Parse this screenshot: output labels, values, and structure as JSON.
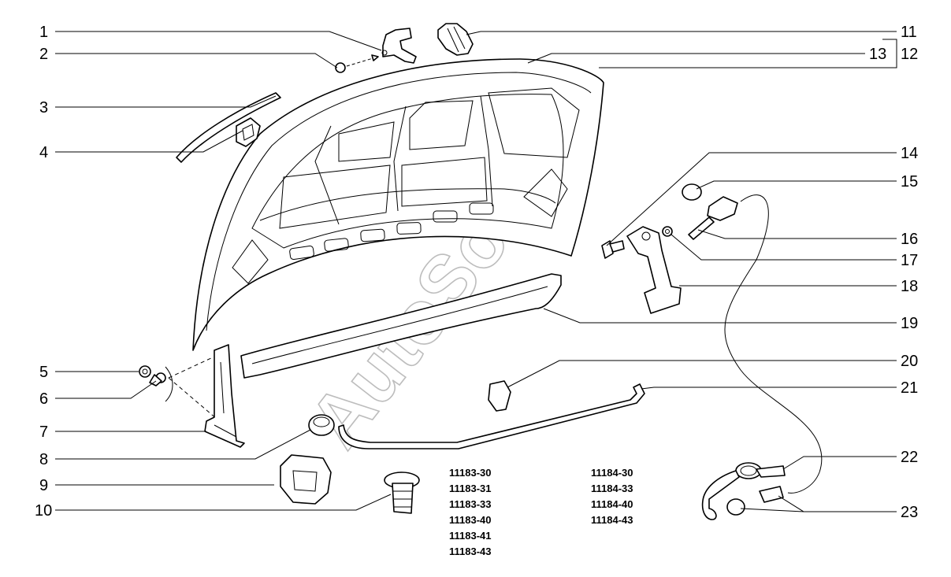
{
  "callouts": {
    "left": [
      "1",
      "2",
      "3",
      "4",
      "5",
      "6",
      "7",
      "8",
      "9",
      "10"
    ],
    "right": [
      "11",
      "13",
      "12",
      "14",
      "15",
      "16",
      "17",
      "18",
      "19",
      "20",
      "21",
      "22",
      "23"
    ]
  },
  "codes": {
    "col1": [
      "11183-30",
      "11183-31",
      "11183-33",
      "11183-40",
      "11183-41",
      "11183-43"
    ],
    "col2": [
      "11184-30",
      "11184-33",
      "11184-40",
      "11184-43"
    ]
  },
  "watermark": "AutoSoft"
}
